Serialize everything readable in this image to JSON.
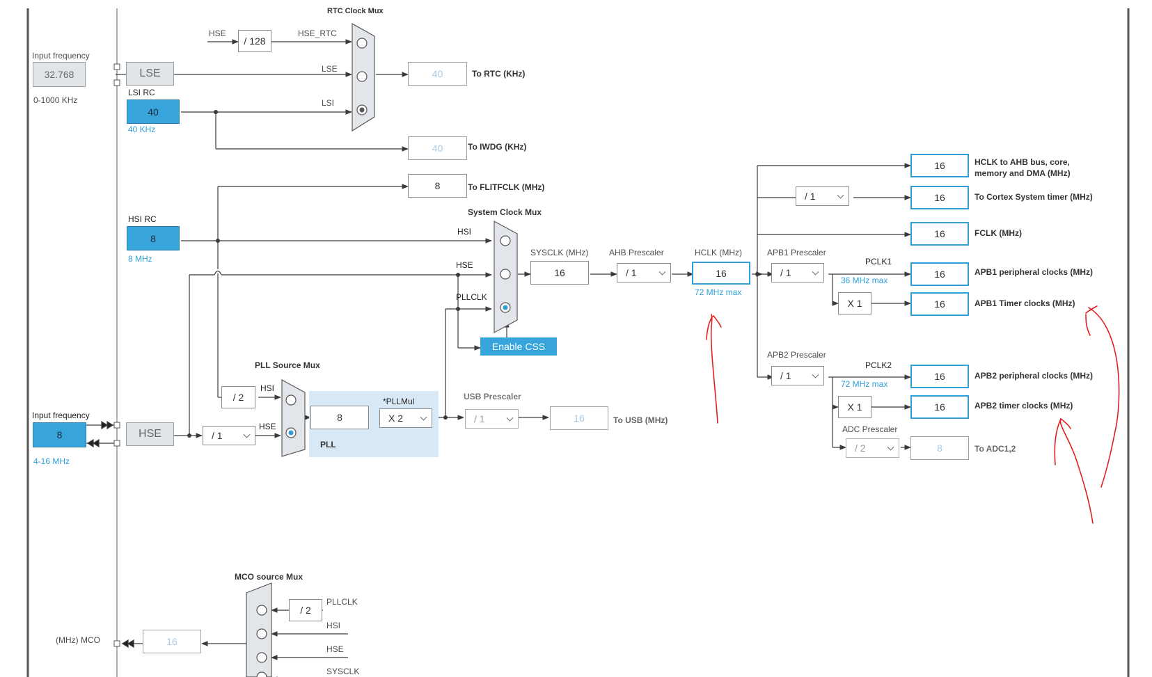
{
  "rtc": {
    "mux_title": "RTC Clock Mux",
    "hse": "HSE",
    "div128": "/ 128",
    "hse_rtc": "HSE_RTC",
    "lse": "LSE",
    "lsi": "LSI",
    "out_value": "40",
    "out_label": "To RTC (KHz)"
  },
  "lse_input": {
    "label": "Input frequency",
    "value": "32.768",
    "range": "0-1000 KHz",
    "block": "LSE"
  },
  "lsi": {
    "label": "LSI RC",
    "value": "40",
    "sub": "40 KHz"
  },
  "iwdg": {
    "value": "40",
    "label": "To IWDG (KHz)"
  },
  "flit": {
    "value": "8",
    "label": "To FLITFCLK (MHz)"
  },
  "hsi": {
    "label": "HSI RC",
    "value": "8",
    "sub": "8 MHz"
  },
  "sysmux": {
    "title": "System Clock Mux",
    "hsi": "HSI",
    "hse": "HSE",
    "pllclk": "PLLCLK",
    "enable_css": "Enable CSS"
  },
  "sysclk": {
    "label": "SYSCLK (MHz)",
    "value": "16"
  },
  "ahb": {
    "label": "AHB Prescaler",
    "value": "/ 1"
  },
  "hclk": {
    "label": "HCLK (MHz)",
    "value": "16",
    "max": "72 MHz max"
  },
  "apb1": {
    "label": "APB1 Prescaler",
    "value": "/ 1",
    "pclk": "PCLK1",
    "max": "36 MHz max",
    "timer_mult": "X 1"
  },
  "apb2": {
    "label": "APB2 Prescaler",
    "value": "/ 1",
    "pclk": "PCLK2",
    "max": "72 MHz max",
    "timer_mult": "X 1"
  },
  "cortex_div": "/ 1",
  "adc": {
    "label": "ADC Prescaler",
    "value": "/ 2",
    "out": "8",
    "out_label": "To ADC1,2"
  },
  "outputs": [
    {
      "value": "16",
      "label1": "HCLK to AHB bus, core,",
      "label2": "memory and DMA (MHz)"
    },
    {
      "value": "16",
      "label1": "To Cortex System timer (MHz)",
      "label2": ""
    },
    {
      "value": "16",
      "label1": "FCLK (MHz)",
      "label2": ""
    },
    {
      "value": "16",
      "label1": "APB1 peripheral clocks (MHz)",
      "label2": ""
    },
    {
      "value": "16",
      "label1": "APB1 Timer clocks (MHz)",
      "label2": ""
    },
    {
      "value": "16",
      "label1": "APB2 peripheral clocks (MHz)",
      "label2": ""
    },
    {
      "value": "16",
      "label1": "APB2 timer clocks (MHz)",
      "label2": ""
    }
  ],
  "pllsrc": {
    "title": "PLL Source Mux",
    "div2": "/ 2",
    "hsi": "HSI",
    "hse": "HSE",
    "prediv": "/ 1"
  },
  "pll": {
    "label": "PLL",
    "mul_label": "*PLLMul",
    "value": "8",
    "mul": "X 2"
  },
  "usb": {
    "label": "USB Prescaler",
    "value": "/ 1",
    "out": "16",
    "out_label": "To USB (MHz)"
  },
  "hse_input": {
    "label": "Input frequency",
    "value": "8",
    "range": "4-16 MHz",
    "block": "HSE"
  },
  "mco": {
    "title": "MCO source Mux",
    "div2": "/ 2",
    "pllclk": "PLLCLK",
    "hsi": "HSI",
    "hse": "HSE",
    "sysclk": "SYSCLK",
    "value": "16",
    "label": "(MHz) MCO"
  },
  "colors": {
    "accent": "#37a5dc",
    "annotation": "#e02020"
  }
}
